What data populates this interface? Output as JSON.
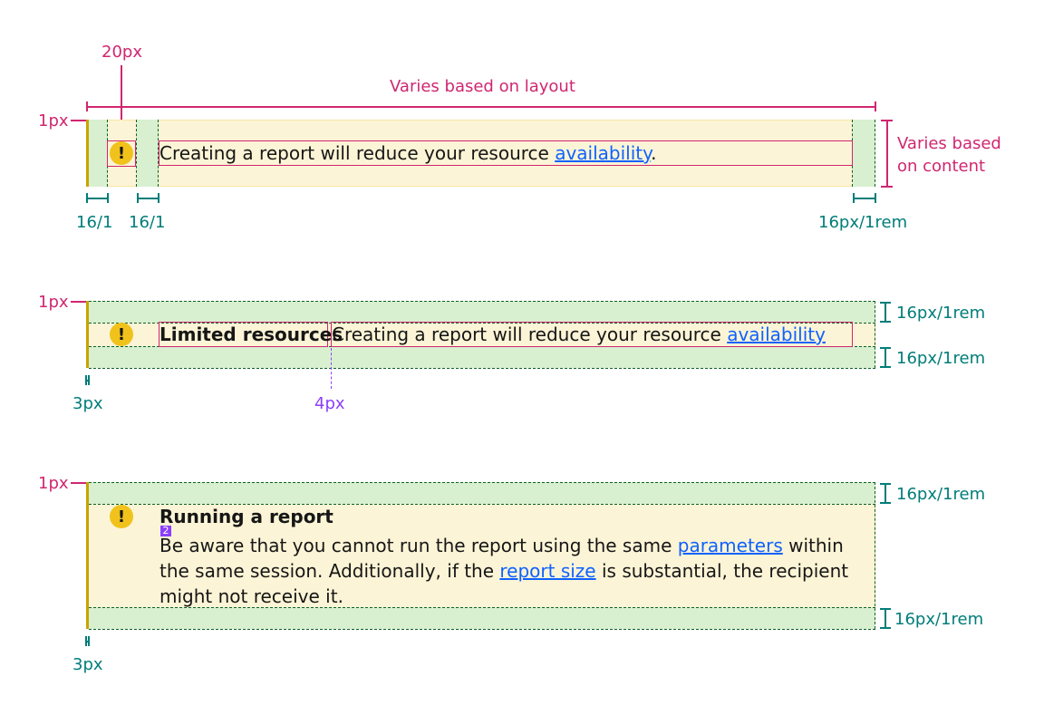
{
  "colors": {
    "annotation_magenta": "#d02670",
    "annotation_teal": "#007d79",
    "annotation_purple": "#8a3ffc",
    "banner_bg": "#fcf4d6",
    "warning_icon": "#f1c21b",
    "left_border": "#c7a300",
    "padding_fill": "#d8f0d0",
    "link": "#0f62fe"
  },
  "diagram1": {
    "icon_size_label": "20px",
    "width_label": "Varies based on layout",
    "border_label": "1px",
    "height_label_line1": "Varies based",
    "height_label_line2": "on content",
    "pad_left_label_1": "16/1",
    "pad_left_label_2": "16/1",
    "pad_right_label": "16px/1rem",
    "icon_glyph": "!",
    "message_text": "Creating a report will reduce your resource ",
    "message_link": "availability",
    "message_end": "."
  },
  "diagram2": {
    "border_label": "1px",
    "pad_top_label": "16px/1rem",
    "pad_bottom_label": "16px/1rem",
    "left_border_label": "3px",
    "gap_label": "4px",
    "icon_glyph": "!",
    "title": "Limited resources",
    "message_text": "Creating a report will reduce your resource ",
    "message_link": "availability"
  },
  "diagram3": {
    "border_label": "1px",
    "pad_top_label": "16px/1rem",
    "pad_bottom_label": "16px/1rem",
    "left_border_label": "3px",
    "spacing_badge": "2",
    "icon_glyph": "!",
    "title": "Running a report",
    "line1_text": "Be aware that you cannot run the report using the same ",
    "line1_link": "parameters",
    "line1_end": " within",
    "line2_text": "the same session. Additionally, if the ",
    "line2_link": "report size",
    "line2_end": " is substantial, the recipient",
    "line3_text": "might not receive it."
  }
}
